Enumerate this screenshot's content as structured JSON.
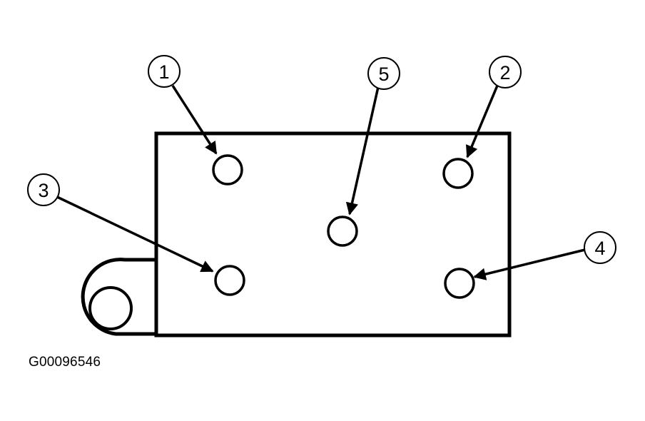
{
  "figure_id": "G00096546",
  "callouts": [
    {
      "label": "1",
      "points_to": "bolt-upper-left"
    },
    {
      "label": "5",
      "points_to": "bolt-center"
    },
    {
      "label": "2",
      "points_to": "bolt-upper-right"
    },
    {
      "label": "3",
      "points_to": "bolt-lower-left"
    },
    {
      "label": "4",
      "points_to": "bolt-lower-right"
    }
  ]
}
